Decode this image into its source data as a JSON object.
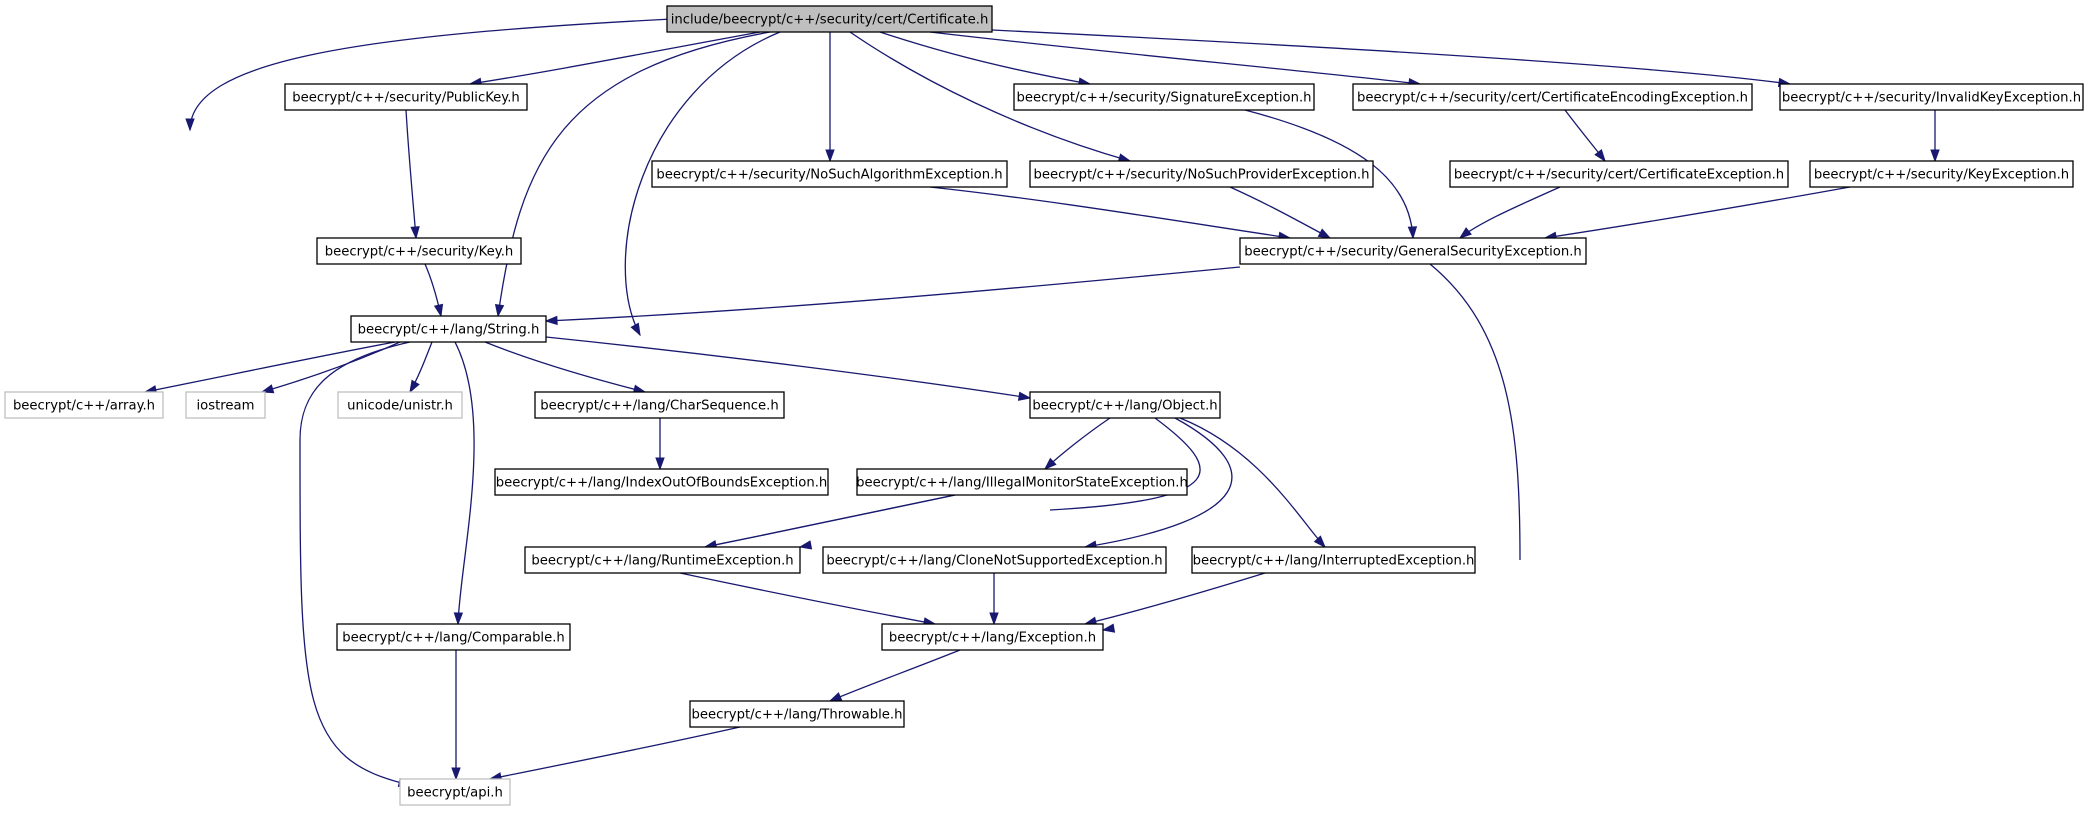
{
  "diagram": {
    "title": "",
    "colors": {
      "edge": "#191970",
      "root_fill": "#bfbfbf",
      "node_border": "#000000",
      "external_border": "#bfbfbf",
      "background": "#ffffff"
    },
    "nodes": [
      {
        "id": "cert",
        "label": "include/beecrypt/c++/security/cert/Certificate.h",
        "kind": "root"
      },
      {
        "id": "pubkey",
        "label": "beecrypt/c++/security/PublicKey.h",
        "kind": "internal"
      },
      {
        "id": "sigexc",
        "label": "beecrypt/c++/security/SignatureException.h",
        "kind": "internal"
      },
      {
        "id": "certenc",
        "label": "beecrypt/c++/security/cert/CertificateEncodingException.h",
        "kind": "internal"
      },
      {
        "id": "invkey",
        "label": "beecrypt/c++/security/InvalidKeyException.h",
        "kind": "internal"
      },
      {
        "id": "nsalg",
        "label": "beecrypt/c++/security/NoSuchAlgorithmException.h",
        "kind": "internal"
      },
      {
        "id": "nsprov",
        "label": "beecrypt/c++/security/NoSuchProviderException.h",
        "kind": "internal"
      },
      {
        "id": "certexc",
        "label": "beecrypt/c++/security/cert/CertificateException.h",
        "kind": "internal"
      },
      {
        "id": "keyexc",
        "label": "beecrypt/c++/security/KeyException.h",
        "kind": "internal"
      },
      {
        "id": "key",
        "label": "beecrypt/c++/security/Key.h",
        "kind": "internal"
      },
      {
        "id": "gensec",
        "label": "beecrypt/c++/security/GeneralSecurityException.h",
        "kind": "internal"
      },
      {
        "id": "string",
        "label": "beecrypt/c++/lang/String.h",
        "kind": "internal"
      },
      {
        "id": "array",
        "label": "beecrypt/c++/array.h",
        "kind": "external"
      },
      {
        "id": "iostream",
        "label": "iostream",
        "kind": "external"
      },
      {
        "id": "unistr",
        "label": "unicode/unistr.h",
        "kind": "external"
      },
      {
        "id": "charseq",
        "label": "beecrypt/c++/lang/CharSequence.h",
        "kind": "internal"
      },
      {
        "id": "object",
        "label": "beecrypt/c++/lang/Object.h",
        "kind": "internal"
      },
      {
        "id": "ioob",
        "label": "beecrypt/c++/lang/IndexOutOfBoundsException.h",
        "kind": "internal"
      },
      {
        "id": "illmon",
        "label": "beecrypt/c++/lang/IllegalMonitorStateException.h",
        "kind": "internal"
      },
      {
        "id": "runtime",
        "label": "beecrypt/c++/lang/RuntimeException.h",
        "kind": "internal"
      },
      {
        "id": "clone",
        "label": "beecrypt/c++/lang/CloneNotSupportedException.h",
        "kind": "internal"
      },
      {
        "id": "interrupted",
        "label": "beecrypt/c++/lang/InterruptedException.h",
        "kind": "internal"
      },
      {
        "id": "comparable",
        "label": "beecrypt/c++/lang/Comparable.h",
        "kind": "internal"
      },
      {
        "id": "exception",
        "label": "beecrypt/c++/lang/Exception.h",
        "kind": "internal"
      },
      {
        "id": "throwable",
        "label": "beecrypt/c++/lang/Throwable.h",
        "kind": "internal"
      },
      {
        "id": "api",
        "label": "beecrypt/api.h",
        "kind": "external"
      }
    ],
    "edges": [
      [
        "cert",
        "array"
      ],
      [
        "cert",
        "pubkey"
      ],
      [
        "cert",
        "string"
      ],
      [
        "cert",
        "object"
      ],
      [
        "cert",
        "nsalg"
      ],
      [
        "cert",
        "nsprov"
      ],
      [
        "cert",
        "sigexc"
      ],
      [
        "cert",
        "certenc"
      ],
      [
        "cert",
        "invkey"
      ],
      [
        "pubkey",
        "key"
      ],
      [
        "key",
        "string"
      ],
      [
        "sigexc",
        "gensec"
      ],
      [
        "nsalg",
        "gensec"
      ],
      [
        "nsprov",
        "gensec"
      ],
      [
        "certenc",
        "certexc"
      ],
      [
        "certexc",
        "gensec"
      ],
      [
        "invkey",
        "keyexc"
      ],
      [
        "keyexc",
        "gensec"
      ],
      [
        "gensec",
        "string"
      ],
      [
        "gensec",
        "exception"
      ],
      [
        "string",
        "array"
      ],
      [
        "string",
        "iostream"
      ],
      [
        "string",
        "unistr"
      ],
      [
        "string",
        "charseq"
      ],
      [
        "string",
        "object"
      ],
      [
        "string",
        "comparable"
      ],
      [
        "string",
        "api"
      ],
      [
        "charseq",
        "ioob"
      ],
      [
        "ioob",
        "runtime"
      ],
      [
        "object",
        "illmon"
      ],
      [
        "object",
        "runtime"
      ],
      [
        "object",
        "clone"
      ],
      [
        "object",
        "interrupted"
      ],
      [
        "illmon",
        "runtime"
      ],
      [
        "runtime",
        "exception"
      ],
      [
        "clone",
        "exception"
      ],
      [
        "interrupted",
        "exception"
      ],
      [
        "comparable",
        "api"
      ],
      [
        "exception",
        "throwable"
      ],
      [
        "throwable",
        "api"
      ]
    ]
  }
}
